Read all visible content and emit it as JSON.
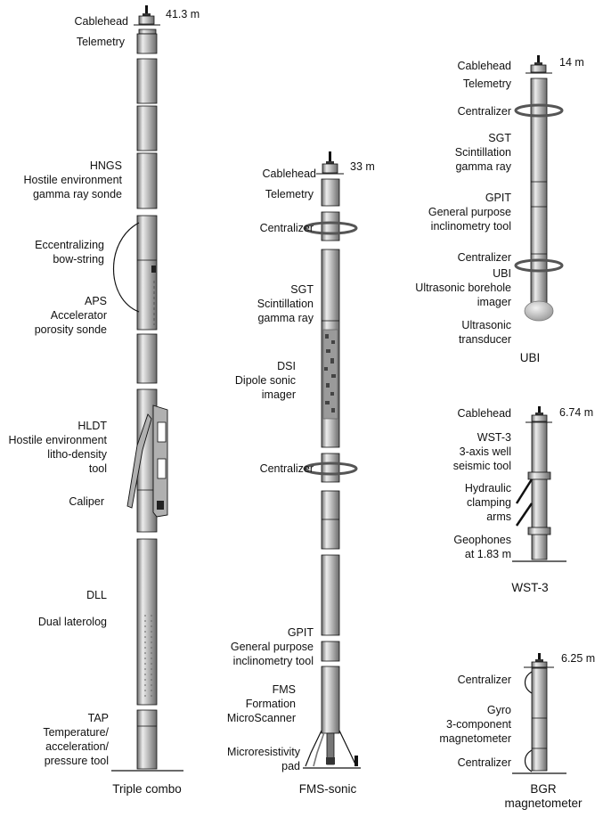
{
  "triple_combo": {
    "caption": "Triple combo",
    "depth": "41.3 m",
    "labels": {
      "cablehead": "Cablehead",
      "telemetry": "Telemetry",
      "hngs": [
        "HNGS",
        "Hostile environment",
        "gamma ray sonde"
      ],
      "bowstring": [
        "Eccentralizing",
        "bow-string"
      ],
      "aps": [
        "APS",
        "Accelerator",
        "porosity sonde"
      ],
      "hldt": [
        "HLDT",
        "Hostile environment",
        "litho-density",
        "tool"
      ],
      "caliper": "Caliper",
      "dll": "DLL",
      "dll_name": "Dual laterolog",
      "tap": [
        "TAP",
        "Temperature/",
        "acceleration/",
        "pressure tool"
      ]
    }
  },
  "fms_sonic": {
    "caption": "FMS-sonic",
    "depth": "33  m",
    "labels": {
      "cablehead": "Cablehead",
      "telemetry": "Telemetry",
      "centralizer1": "Centralizer",
      "sgt": [
        "SGT",
        "Scintillation",
        "gamma ray"
      ],
      "dsi": [
        "DSI",
        "Dipole sonic",
        "imager"
      ],
      "centralizer2": "Centralizer",
      "gpit": [
        "GPIT",
        "General  purpose",
        "inclinometry tool"
      ],
      "fms": [
        "FMS",
        "Formation",
        "MicroScanner"
      ],
      "pad": [
        "Microresistivity",
        "pad"
      ]
    }
  },
  "ubi": {
    "caption": "UBI",
    "depth": "14 m",
    "labels": {
      "cablehead": "Cablehead",
      "telemetry": "Telemetry",
      "centralizer1": "Centralizer",
      "sgt": [
        "SGT",
        "Scintillation",
        "gamma ray"
      ],
      "gpit": [
        "GPIT",
        "General purpose",
        "inclinometry tool"
      ],
      "centralizer2": "Centralizer",
      "ubi": [
        "UBI",
        "Ultrasonic borehole",
        "imager"
      ],
      "transducer": [
        "Ultrasonic",
        "transducer"
      ]
    }
  },
  "wst3": {
    "caption": "WST-3",
    "depth": "6.74 m",
    "labels": {
      "cablehead": "Cablehead",
      "wst": [
        "WST-3",
        "3-axis well",
        "seismic tool"
      ],
      "arms": [
        "Hydraulic",
        "clamping",
        "arms"
      ],
      "geophones": [
        "Geophones",
        "at 1.83 m"
      ]
    }
  },
  "bgr": {
    "caption": [
      "BGR",
      "magnetometer"
    ],
    "depth": "6.25 m",
    "labels": {
      "centralizer1": "Centralizer",
      "gyro": [
        "Gyro",
        "3-component",
        "magnetometer"
      ],
      "centralizer2": "Centralizer"
    }
  },
  "colors": {
    "tool_light": "#e6e6e6",
    "tool_mid": "#b3b3b3",
    "tool_dark": "#6a6a6a",
    "ring": "#555555",
    "line": "#111111"
  }
}
